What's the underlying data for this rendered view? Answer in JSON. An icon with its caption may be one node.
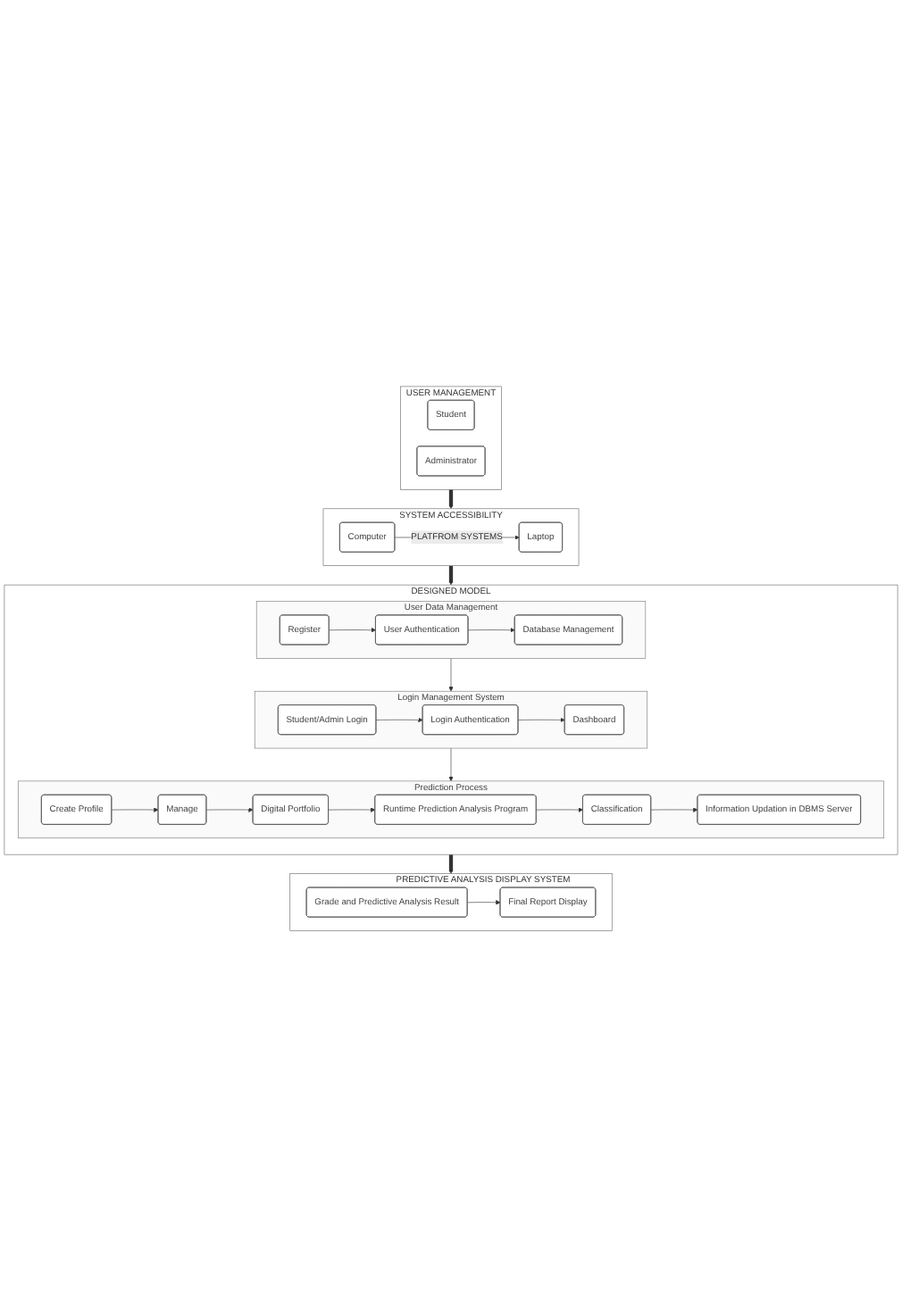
{
  "diagram": {
    "nodes": [
      {
        "text": [
          "USER MANAGEMENT"
        ]
      },
      {
        "text": [
          "Student"
        ],
        "in": 0
      },
      {
        "text": [
          "Administrator"
        ],
        "in": 0
      },
      {
        "text": [
          "SYSTEM ACCESSIBILITY"
        ]
      },
      {
        "text": [
          "Computer"
        ],
        "in": 3
      },
      {
        "text": [
          "Laptop"
        ],
        "in": 3
      },
      {
        "text": [
          "DESIGNED MODEL"
        ]
      },
      {
        "text": [
          "User Data Management"
        ],
        "in": 6
      },
      {
        "text": [
          "Register"
        ],
        "in": 7
      },
      {
        "text": [
          "User Authentication"
        ],
        "in": 7
      },
      {
        "text": [
          "Database Management"
        ],
        "in": 7
      },
      {
        "text": [
          "Login Management System"
        ],
        "in": 6
      },
      {
        "text": [
          "Student/Admin Login"
        ],
        "in": 11
      },
      {
        "text": [
          "Login Authentication"
        ],
        "in": 11
      },
      {
        "text": [
          "Dashboard"
        ],
        "in": 11
      },
      {
        "text": [
          "Prediction Process"
        ],
        "in": 6
      },
      {
        "text": [
          "Create Profile"
        ],
        "in": 15
      },
      {
        "text": [
          "Manage"
        ],
        "in": 15
      },
      {
        "text": [
          "Digital Portfolio"
        ],
        "in": 15
      },
      {
        "text": [
          "Runtime Prediction Analysis Program"
        ],
        "in": 15
      },
      {
        "text": [
          "Classification"
        ],
        "in": 15
      },
      {
        "text": [
          "Information Updation in DBMS Server"
        ],
        "in": 15
      },
      {
        "text": [
          "PREDICTIVE ANALYSIS DISPLAY SYSTEM"
        ]
      },
      {
        "text": [
          "Grade and Predictive Analysis Result"
        ],
        "in": 22
      },
      {
        "text": [
          "Final Report Display"
        ],
        "in": 22
      }
    ],
    "edges": [
      {
        "from": 0,
        "to": 3,
        "arrow": "to",
        "style": "thick"
      },
      {
        "from": 4,
        "to": 5,
        "arrow": "to",
        "label": "PLATFROM SYSTEMS"
      },
      {
        "from": 3,
        "to": 6,
        "arrow": "to",
        "style": "thick"
      },
      {
        "from": 8,
        "to": 9,
        "arrow": "to"
      },
      {
        "from": 9,
        "to": 10,
        "arrow": "to"
      },
      {
        "from": 7,
        "to": 11,
        "arrow": "to"
      },
      {
        "from": 12,
        "to": 13,
        "arrow": "to"
      },
      {
        "from": 13,
        "to": 14,
        "arrow": "to"
      },
      {
        "from": 11,
        "to": 15,
        "arrow": "to"
      },
      {
        "from": 16,
        "to": 17,
        "arrow": "to"
      },
      {
        "from": 17,
        "to": 18,
        "arrow": "to"
      },
      {
        "from": 18,
        "to": 19,
        "arrow": "to"
      },
      {
        "from": 19,
        "to": 20,
        "arrow": "to"
      },
      {
        "from": 20,
        "to": 21,
        "arrow": "to"
      },
      {
        "from": 6,
        "to": 22,
        "arrow": "to",
        "style": "thick"
      },
      {
        "from": 23,
        "to": 24,
        "arrow": "to"
      }
    ]
  }
}
